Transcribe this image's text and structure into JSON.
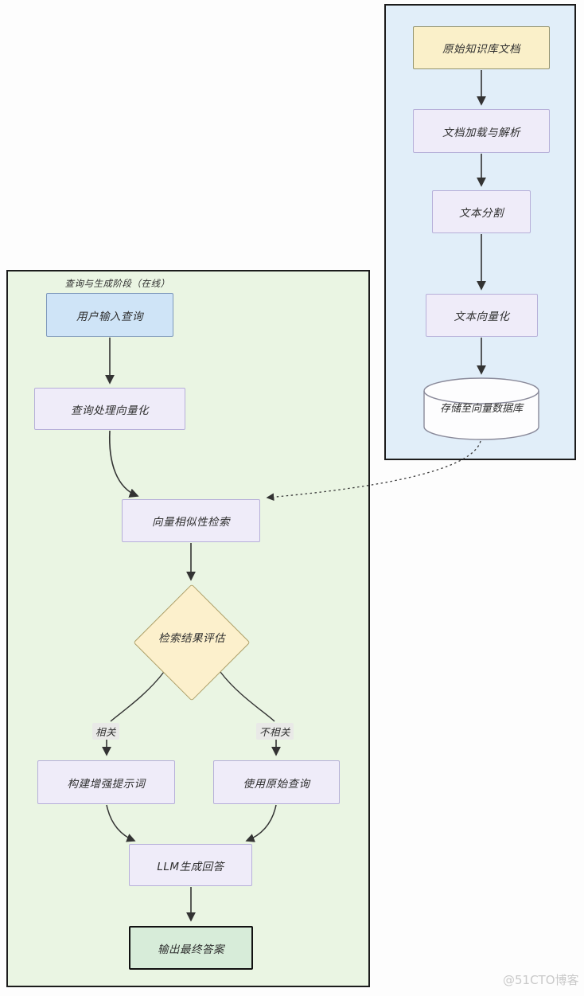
{
  "page": {
    "watermark": "@51CTO博客"
  },
  "panels": {
    "online": {
      "title": "查询与生成阶段（在线）"
    },
    "offline": {
      "title": ""
    }
  },
  "nodes": {
    "kb_doc": {
      "label": "原始知识库文档",
      "shape": "rect"
    },
    "doc_parse": {
      "label": "文档加载与解析",
      "shape": "rect"
    },
    "text_split": {
      "label": "文本分割",
      "shape": "rect"
    },
    "text_embed": {
      "label": "文本向量化",
      "shape": "rect"
    },
    "vector_db": {
      "label": "存储至向量数据库",
      "shape": "cylinder"
    },
    "user_query": {
      "label": "用户输入查询",
      "shape": "rect"
    },
    "query_embed": {
      "label": "查询处理向量化",
      "shape": "rect"
    },
    "vector_search": {
      "label": "向量相似性检索",
      "shape": "rect"
    },
    "eval_decision": {
      "label": "检索结果评估",
      "shape": "diamond"
    },
    "build_prompt": {
      "label": "构建增强提示词",
      "shape": "rect"
    },
    "use_original": {
      "label": "使用原始查询",
      "shape": "rect"
    },
    "llm_answer": {
      "label": "LLM生成回答",
      "shape": "rect"
    },
    "final_output": {
      "label": "输出最终答案",
      "shape": "rect"
    }
  },
  "edge_labels": {
    "relevant": "相关",
    "irrelevant": "不相关"
  },
  "colors": {
    "panel_offline_bg": "#e1eef9",
    "panel_online_bg": "#eaf5e3",
    "panel_border": "#1c1c1c",
    "node_yellow": "#faf0c9",
    "node_purple": "#efecf9",
    "node_blue": "#cfe4f7",
    "node_green": "#d7ecd9",
    "diamond_yellow": "#fcf0cc",
    "cylinder_fill": "#fdfdfe",
    "arrow": "#333333",
    "watermark_text": "#c9c9c9"
  }
}
